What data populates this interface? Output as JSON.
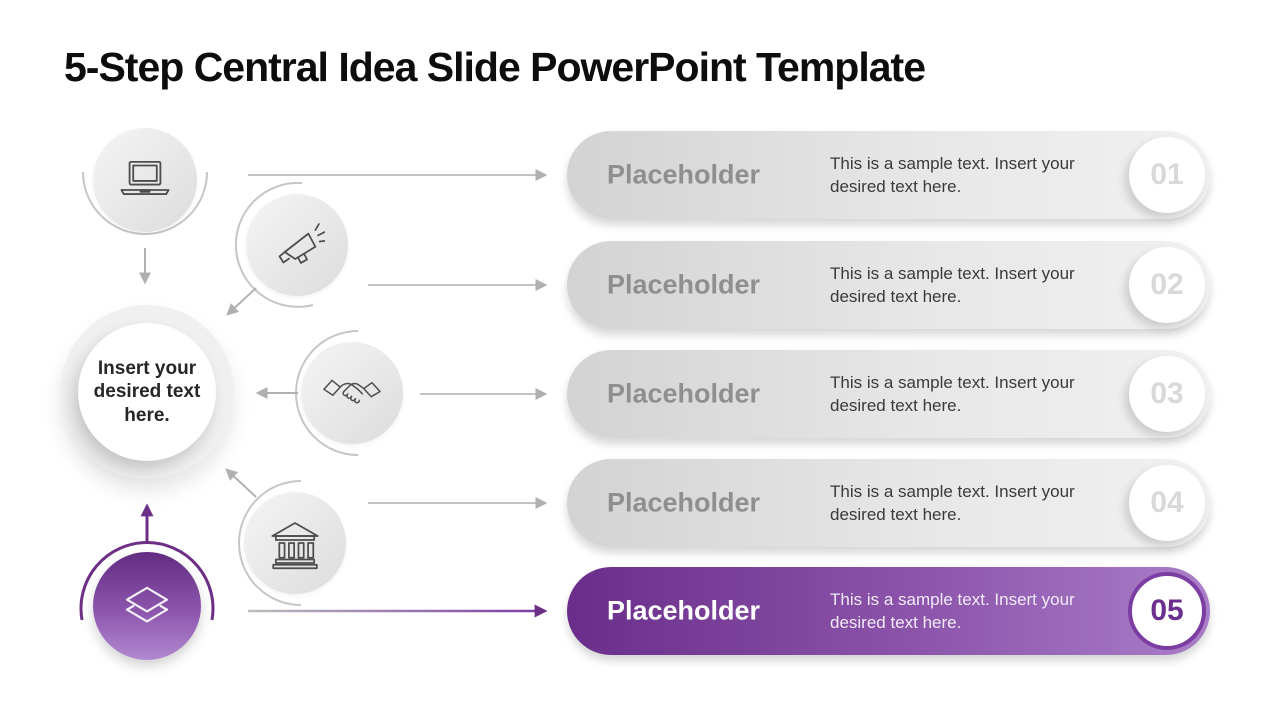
{
  "title": "5-Step Central Idea Slide PowerPoint Template",
  "central": {
    "text": "Insert your desired text here."
  },
  "steps": [
    {
      "number": "01",
      "label": "Placeholder",
      "description": "This is a sample text. Insert your desired text here.",
      "icon": "laptop-icon",
      "highlighted": false
    },
    {
      "number": "02",
      "label": "Placeholder",
      "description": "This is a sample text. Insert your desired text here.",
      "icon": "megaphone-icon",
      "highlighted": false
    },
    {
      "number": "03",
      "label": "Placeholder",
      "description": "This is a sample text. Insert your desired text here.",
      "icon": "handshake-icon",
      "highlighted": false
    },
    {
      "number": "04",
      "label": "Placeholder",
      "description": "This is a sample text. Insert your desired text here.",
      "icon": "bank-icon",
      "highlighted": false
    },
    {
      "number": "05",
      "label": "Placeholder",
      "description": "This is a sample text. Insert your desired text here.",
      "icon": "layers-icon",
      "highlighted": true
    }
  ],
  "colors": {
    "highlight_dark": "#6a2e8a",
    "highlight_light": "#a97dc8",
    "highlight_stroke": "#6d2f86",
    "row_gray_left": "#d3d3d3",
    "row_gray_right": "#f1f1f1",
    "connector_gray": "#bdbdbd",
    "arc_gray": "#c6c6c6",
    "label_gray": "#8f8f8f",
    "number_gray": "#d9d9d9",
    "icon_stroke": "#4d4d4d",
    "title_color": "#0d0d0d"
  }
}
